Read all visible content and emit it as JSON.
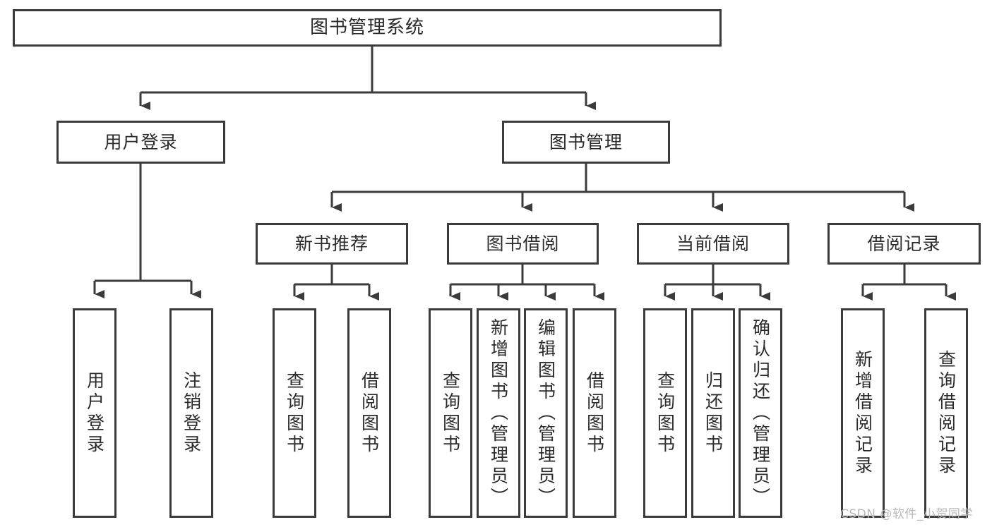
{
  "diagram": {
    "title": "图书管理系统",
    "type": "tree",
    "style": {
      "box_border_color": "#3b3b3b",
      "box_fill_color": "#ffffff",
      "line_color": "#3b3b3b",
      "text_color": "#2b2b2b",
      "background_color": "#ffffff"
    },
    "root": {
      "id": "root",
      "label": "图书管理系统"
    },
    "level2": [
      {
        "id": "user-login",
        "label": "用户登录"
      },
      {
        "id": "book-manage",
        "label": "图书管理"
      }
    ],
    "level3": [
      {
        "id": "new-book-rec",
        "label": "新书推荐",
        "parent": "book-manage"
      },
      {
        "id": "book-borrow",
        "label": "图书借阅",
        "parent": "book-manage"
      },
      {
        "id": "current-borrow",
        "label": "当前借阅",
        "parent": "book-manage"
      },
      {
        "id": "borrow-record",
        "label": "借阅记录",
        "parent": "book-manage"
      }
    ],
    "leaves": [
      {
        "id": "leaf-user-login",
        "label": "用户登录",
        "parent": "user-login"
      },
      {
        "id": "leaf-logout",
        "label": "注销登录",
        "parent": "user-login"
      },
      {
        "id": "leaf-query-book-1",
        "label": "查询图书",
        "parent": "new-book-rec"
      },
      {
        "id": "leaf-borrow-book-1",
        "label": "借阅图书",
        "parent": "new-book-rec"
      },
      {
        "id": "leaf-query-book-2",
        "label": "查询图书",
        "parent": "book-borrow"
      },
      {
        "id": "leaf-add-book",
        "label": "新增图书（管理员）",
        "parent": "book-borrow"
      },
      {
        "id": "leaf-edit-book",
        "label": "编辑图书（管理员）",
        "parent": "book-borrow"
      },
      {
        "id": "leaf-borrow-book-2",
        "label": "借阅图书",
        "parent": "book-borrow"
      },
      {
        "id": "leaf-query-book-3",
        "label": "查询图书",
        "parent": "current-borrow"
      },
      {
        "id": "leaf-return-book",
        "label": "归还图书",
        "parent": "current-borrow"
      },
      {
        "id": "leaf-confirm-return",
        "label": "确认归还（管理员）",
        "parent": "current-borrow"
      },
      {
        "id": "leaf-add-record",
        "label": "新增借阅记录",
        "parent": "borrow-record"
      },
      {
        "id": "leaf-query-record",
        "label": "查询借阅记录",
        "parent": "borrow-record"
      }
    ]
  },
  "watermark": {
    "text": "CSDN @软件_小贺同学"
  }
}
